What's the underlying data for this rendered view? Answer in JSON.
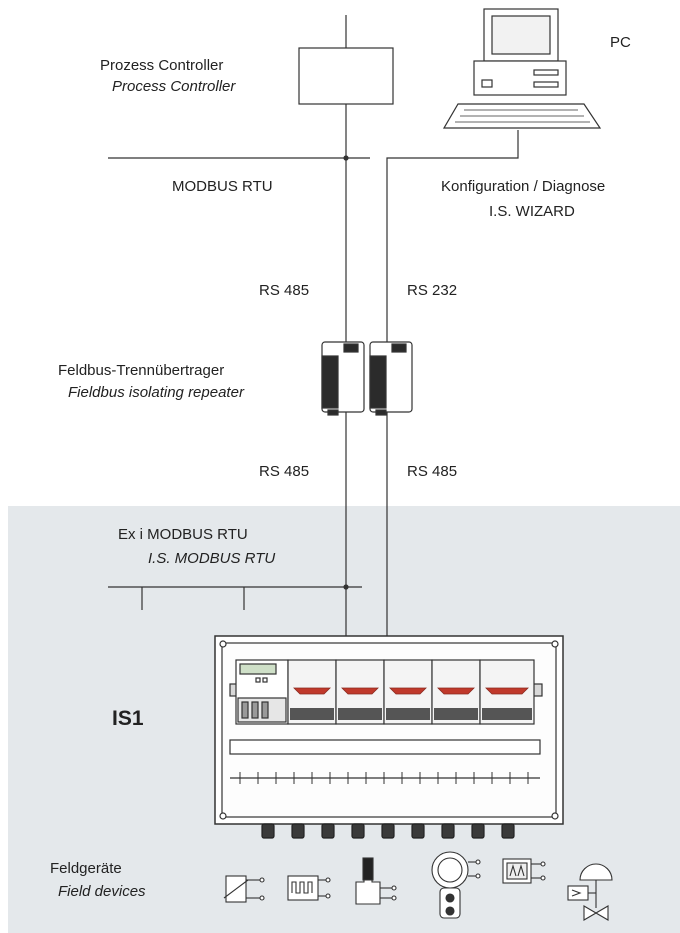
{
  "process_controller": {
    "de": "Prozess Controller",
    "en": "Process Controller"
  },
  "pc": {
    "label": "PC"
  },
  "modbus": {
    "label": "MODBUS RTU"
  },
  "config": {
    "line1": "Konfiguration / Diagnose",
    "line2": "I.S. WIZARD"
  },
  "upper_links": {
    "left": "RS 485",
    "right": "RS 232"
  },
  "repeater": {
    "de": "Feldbus-Trennübertrager",
    "en": "Fieldbus isolating repeater"
  },
  "lower_links": {
    "left": "RS 485",
    "right": "RS 485"
  },
  "exi_modbus": {
    "de": "Ex i MODBUS RTU",
    "en": "I.S. MODBUS RTU"
  },
  "system": {
    "label": "IS1"
  },
  "field_devices": {
    "de": "Feldgeräte",
    "en": "Field devices"
  },
  "colors": {
    "hazard_zone": "#e4e8eb",
    "accent": "#c0392b",
    "line": "#333333"
  }
}
